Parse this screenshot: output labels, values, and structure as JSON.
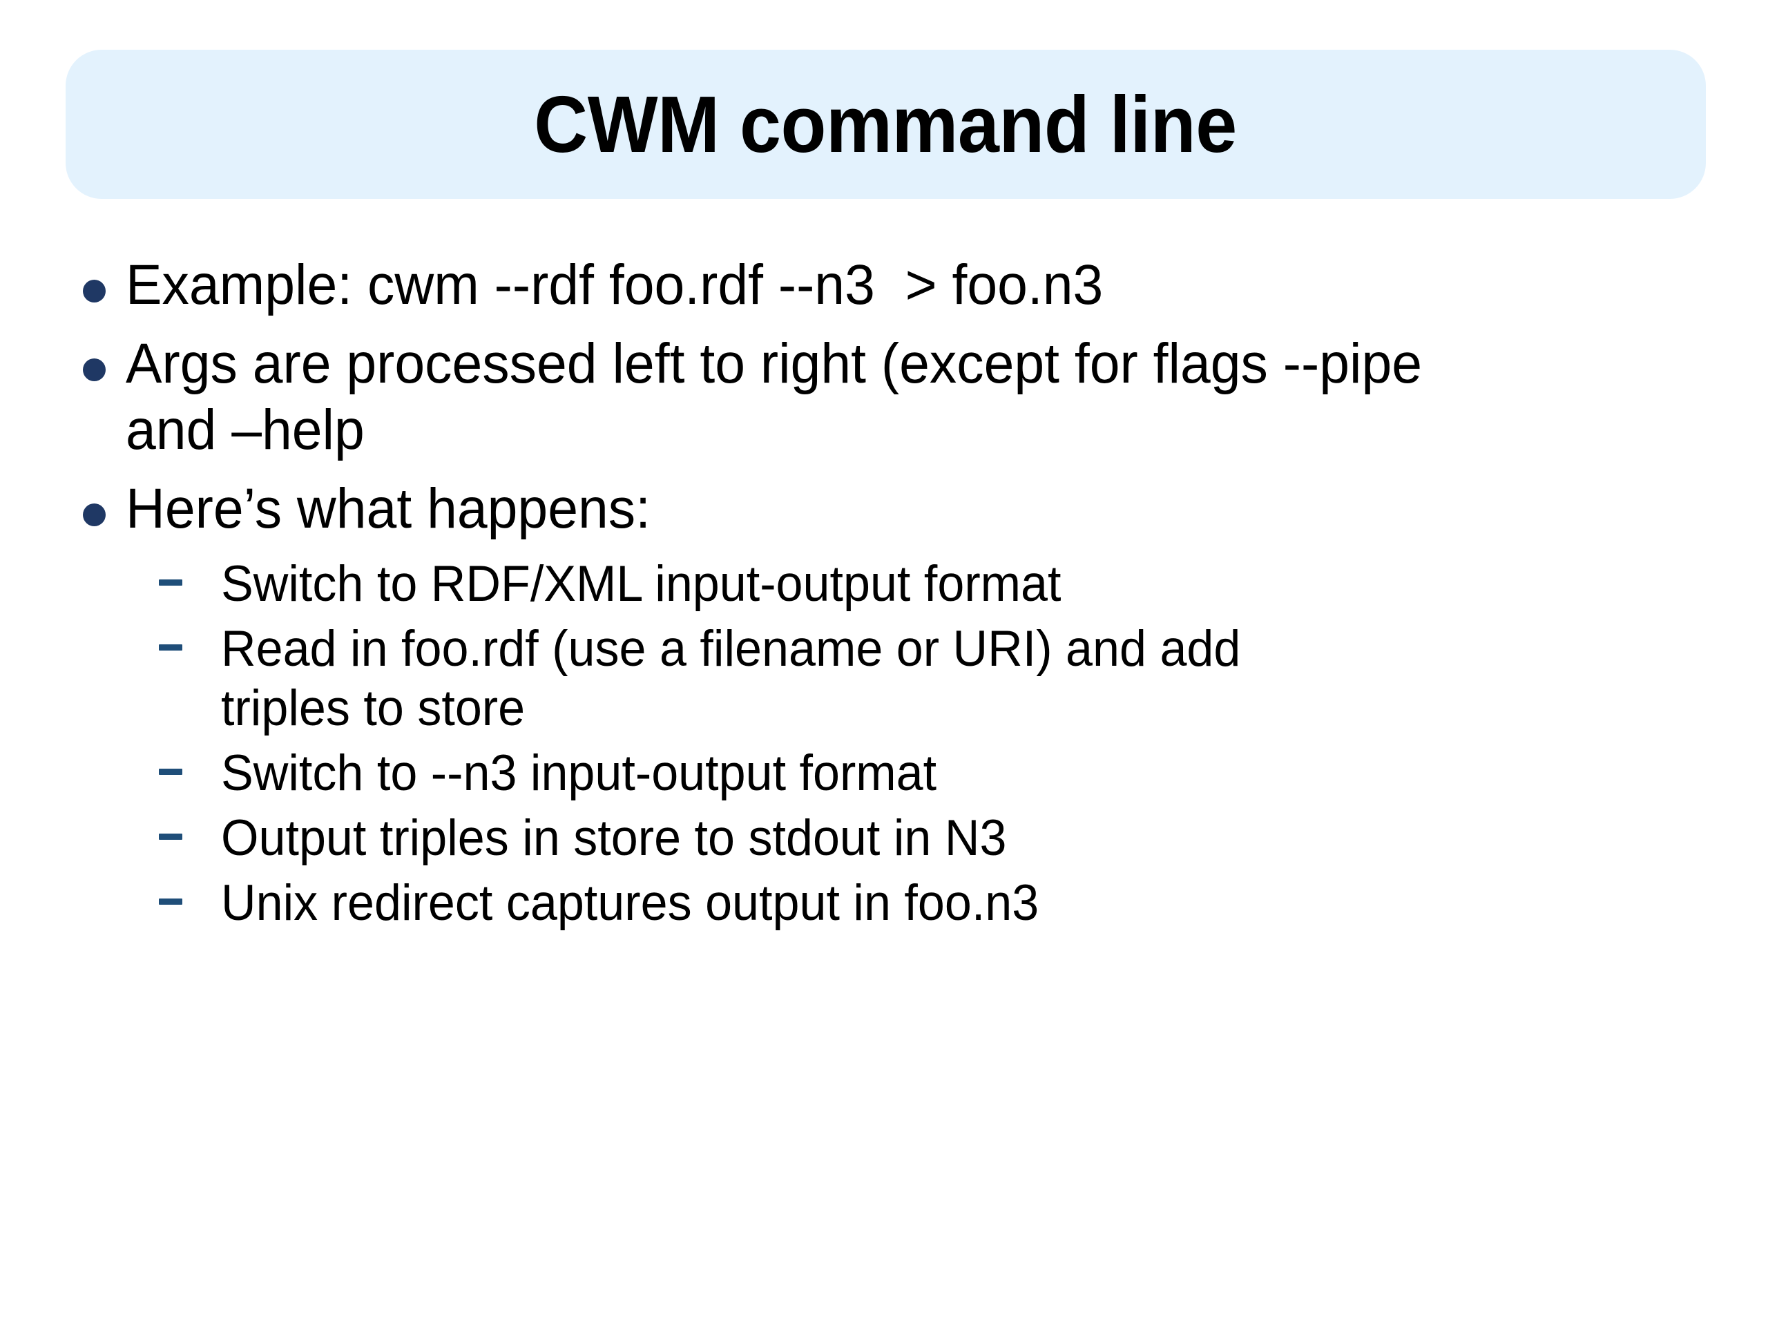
{
  "slide": {
    "title": "CWM command line",
    "title_bg_color": "#E3F2FD",
    "bullet_color": "#1F3864",
    "dash_color": "#1F4E79",
    "text_color": "#000000",
    "background_color": "#FFFFFF",
    "bullets": [
      {
        "marker": "filled-circle",
        "text": "Example: cwm --rdf foo.rdf --n3  > foo.n3"
      },
      {
        "marker": "filled-circle",
        "text": "Args are processed left to right (except for flags --pipe and –help"
      },
      {
        "marker": "filled-circle",
        "text": "Here’s what happens:"
      }
    ],
    "sub_bullets": [
      {
        "marker": "dash",
        "text": "Switch to RDF/XML input-output format"
      },
      {
        "marker": "dash",
        "text": "Read in foo.rdf (use a filename or URI) and add triples to store"
      },
      {
        "marker": "dash",
        "text": "Switch to --n3 input-output format"
      },
      {
        "marker": "dash",
        "text": "Output triples in store to stdout in N3"
      },
      {
        "marker": "dash",
        "text": "Unix redirect captures output in foo.n3"
      }
    ]
  }
}
